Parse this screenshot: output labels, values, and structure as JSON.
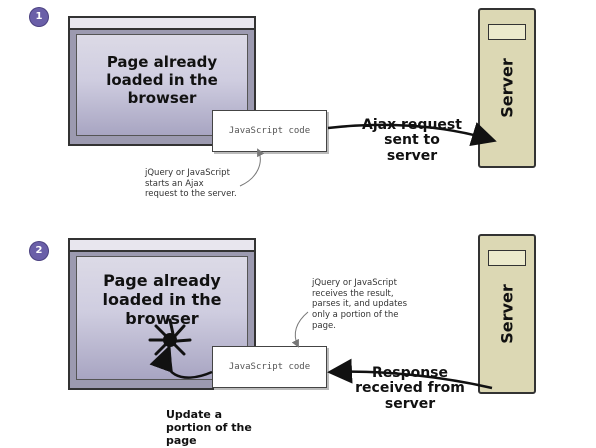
{
  "step1": {
    "badge": "1",
    "browser_title": "Page already loaded in the browser",
    "code_label": "JavaScript code",
    "note": "jQuery or JavaScript starts an Ajax request to the server.",
    "arrow_label": "Ajax request sent to server",
    "server_label": "Server"
  },
  "step2": {
    "badge": "2",
    "browser_title": "Page already loaded in the browser",
    "code_label": "JavaScript code",
    "note": "jQuery or JavaScript receives the result, parses it, and updates only a portion of the page.",
    "arrow_label": "Response received from server",
    "server_label": "Server",
    "caption": "Update a portion of the page"
  }
}
